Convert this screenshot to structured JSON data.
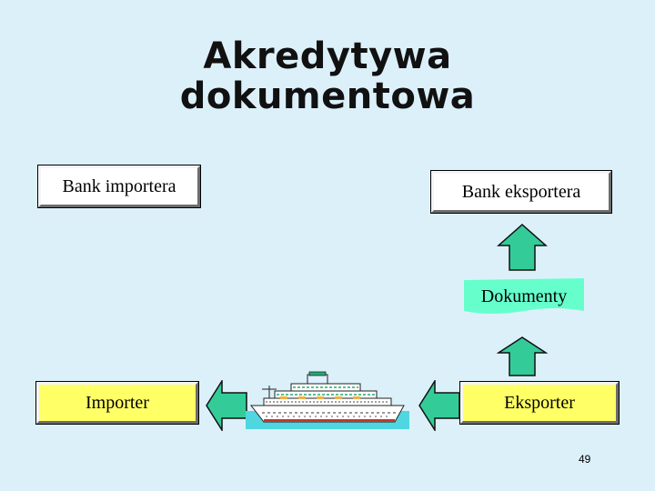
{
  "title": {
    "line1": "Akredytywa",
    "line2": "dokumentowa"
  },
  "boxes": {
    "bank_importer": "Bank importera",
    "bank_exporter": "Bank eksportera",
    "importer": "Importer",
    "exporter": "Eksporter"
  },
  "documents_label": "Dokumenty",
  "page_number": "49",
  "colors": {
    "background": "#dcf0fa",
    "box_white": "#ffffff",
    "box_yellow": "#ffff66",
    "arrow": "#33cc99",
    "documents_fill": "#66ffcc"
  },
  "icons": [
    "arrow-up-icon",
    "arrow-left-icon",
    "cruise-ship-icon"
  ]
}
